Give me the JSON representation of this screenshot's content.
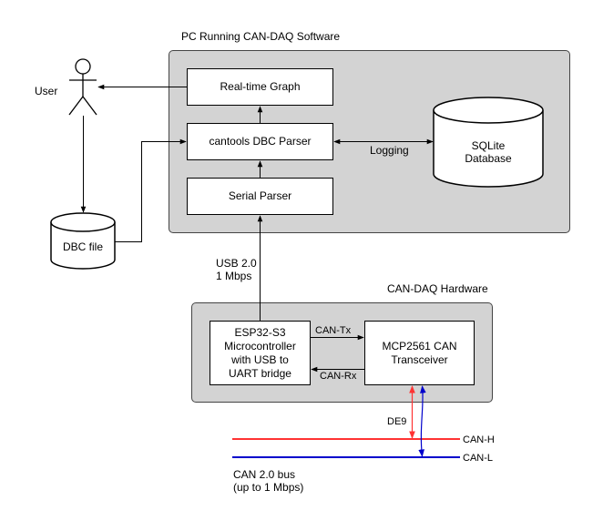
{
  "pc": {
    "title": "PC Running CAN-DAQ Software",
    "graph": "Real-time Graph",
    "dbc_parser": "cantools DBC Parser",
    "serial_parser": "Serial Parser",
    "database": "SQLite\nDatabase",
    "logging_label": "Logging"
  },
  "user_label": "User",
  "dbc_file": "DBC file",
  "usb_label": "USB 2.0\n1 Mbps",
  "hw": {
    "title": "CAN-DAQ Hardware",
    "mcu": "ESP32-S3\nMicrocontroller\nwith USB to\nUART bridge",
    "transceiver": "MCP2561 CAN\nTransceiver",
    "can_tx": "CAN-Tx",
    "can_rx": "CAN-Rx"
  },
  "bus": {
    "de9": "DE9",
    "can_h": "CAN-H",
    "can_l": "CAN-L",
    "title": "CAN 2.0 bus\n(up to 1 Mbps)",
    "can_h_color": "#ff3333",
    "can_l_color": "#0000cc"
  }
}
